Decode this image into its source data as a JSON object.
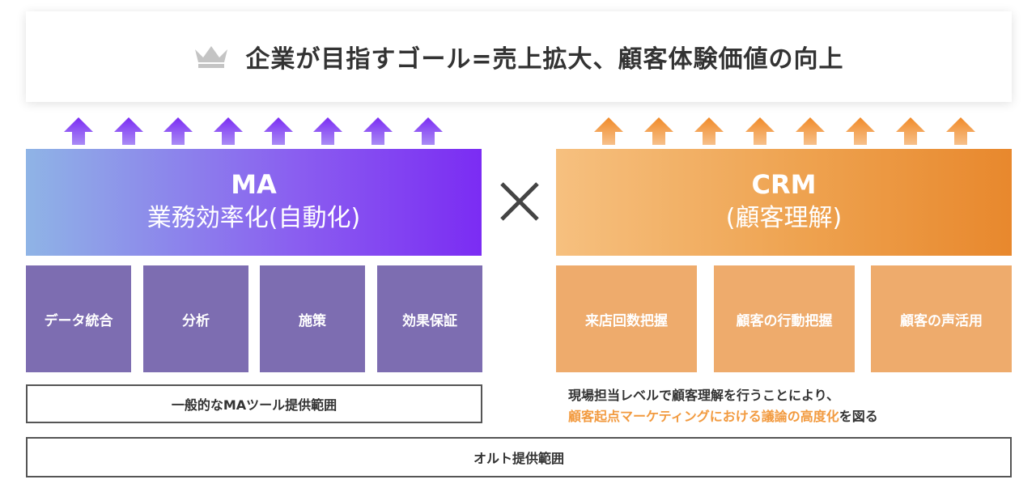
{
  "goal": {
    "icon": "crown-icon",
    "text": "企業が目指すゴール=売上拡大、顧客体験価値の向上"
  },
  "ma": {
    "title": "MA",
    "subtitle": "業務効率化(自動化)",
    "tiles": [
      "データ統合",
      "分析",
      "施策",
      "効果保証"
    ],
    "scope": "一般的なMAツール提供範囲",
    "arrow_color": "#8a5df0"
  },
  "cross_symbol": "×",
  "crm": {
    "title": "CRM",
    "subtitle": "(顧客理解)",
    "tiles": [
      "来店回数把握",
      "顧客の行動把握",
      "顧客の声活用"
    ],
    "arrow_color": "#f29a3f"
  },
  "note": {
    "line1": "現場担当レベルで顧客理解を行うことにより、",
    "line2_highlight": "顧客起点マーケティングにおける議論の高度化",
    "line2_rest": "を図る",
    "highlight_color": "#f29a3f"
  },
  "overall_scope": "オルト提供範囲"
}
